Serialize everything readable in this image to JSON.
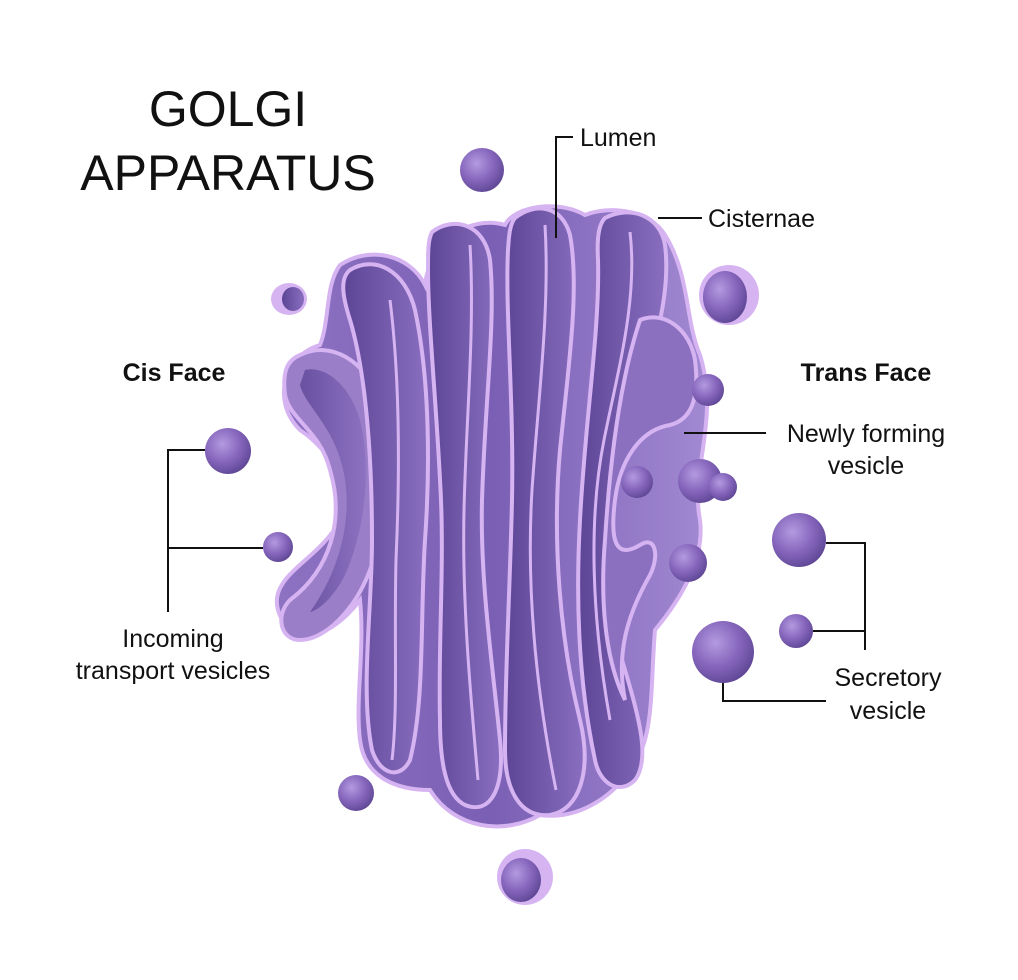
{
  "title": {
    "line1": "GOLGI",
    "line2": "APPARATUS"
  },
  "faces": {
    "cis": "Cis Face",
    "trans": "Trans Face"
  },
  "labels": {
    "lumen": "Lumen",
    "cisternae": "Cisternae",
    "newly_forming_vesicle": [
      "Newly forming",
      "vesicle"
    ],
    "incoming_transport_vesicles": [
      "Incoming",
      "transport vesicles"
    ],
    "secretory_vesicle": [
      "Secretory",
      "vesicle"
    ]
  },
  "colors": {
    "background": "#ffffff",
    "membrane_light": "#d6b4f2",
    "body_mid": "#9b7fcb",
    "body_dark": "#6f55a6",
    "vesicle": "#8666bc",
    "text": "#111111"
  }
}
